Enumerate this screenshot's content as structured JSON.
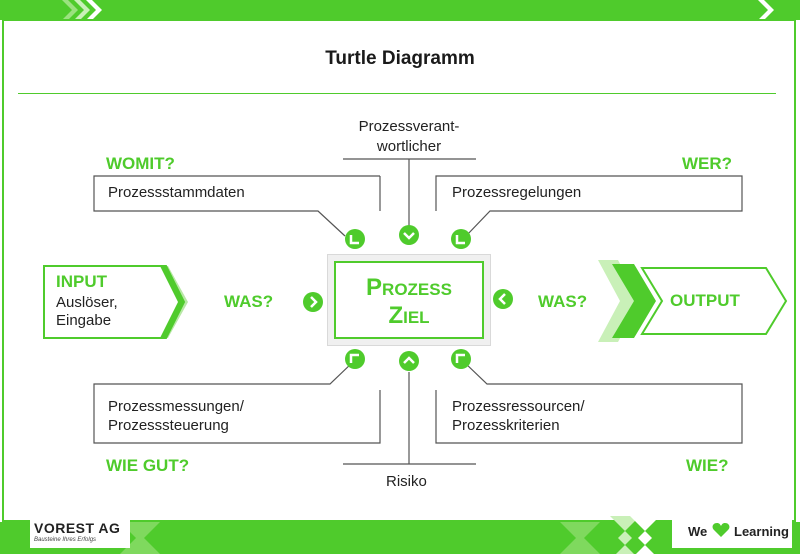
{
  "title": "Turtle Diagramm",
  "center": {
    "line1": "Prozess",
    "line2": "Ziel"
  },
  "input": {
    "title": "INPUT",
    "line1": "Auslöser,",
    "line2": "Eingabe"
  },
  "output": {
    "title": "OUTPUT"
  },
  "questions": {
    "womit": "WOMIT?",
    "wer": "WER?",
    "was_left": "WAS?",
    "was_right": "WAS?",
    "wie_gut": "WIE GUT?",
    "wie": "WIE?"
  },
  "boxes": {
    "top_left": "Prozessstammdaten",
    "top_right": "Prozessregelungen",
    "bottom_left_1": "Prozessmessungen/",
    "bottom_left_2": "Prozesssteuerung",
    "bottom_right_1": "Prozessressourcen/",
    "bottom_right_2": "Prozesskriterien"
  },
  "top_label": {
    "line1": "Prozessverant-",
    "line2": "wortlicher"
  },
  "bottom_label": "Risiko",
  "footer": {
    "logo_main": "VOREST AG",
    "logo_sub": "Bausteine Ihres Erfolgs",
    "we": "We",
    "learning": "Learning"
  },
  "colors": {
    "accent": "#4fcb2c",
    "text": "#222222",
    "box_border": "#555555"
  },
  "icons": {
    "top_left_connector": "corner-arrow-icon",
    "top_center_connector": "chevron-down-icon",
    "top_right_connector": "corner-arrow-icon",
    "left_connector": "chevron-right-icon",
    "right_connector": "chevron-left-icon",
    "bottom_left_connector": "corner-arrow-icon",
    "bottom_center_connector": "chevron-up-icon",
    "bottom_right_connector": "corner-arrow-icon",
    "footer_heart": "heart-icon"
  }
}
